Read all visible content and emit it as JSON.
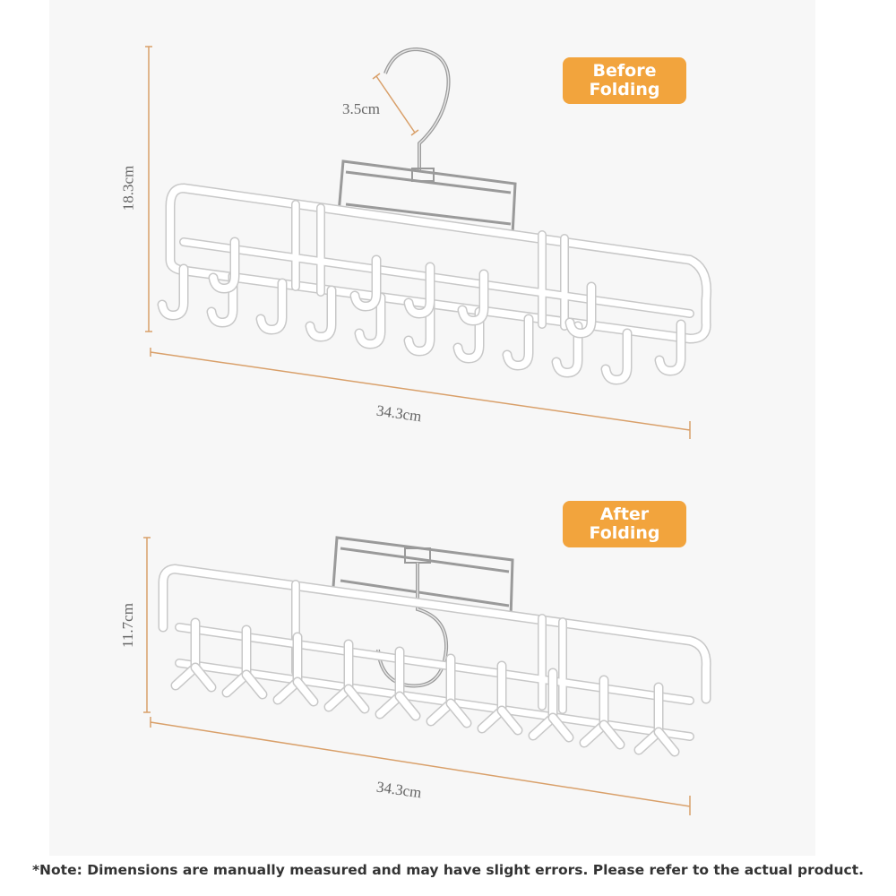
{
  "colors": {
    "accent": "#f2a43d",
    "dimension_line": "#d9a06a",
    "hanger": "#ffffff",
    "hanger_outline": "#c8c8c8",
    "metal": "#9a9a9a",
    "panel": "#f7f7f7"
  },
  "before": {
    "badge_line1": "Before",
    "badge_line2": "Folding",
    "height": "18.3cm",
    "width": "34.3cm",
    "hook_opening": "3.5cm"
  },
  "after": {
    "badge_line1": "After",
    "badge_line2": "Folding",
    "height": "11.7cm",
    "width": "34.3cm"
  },
  "note": "*Note: Dimensions are manually measured and may have slight errors. Please refer to the actual product."
}
